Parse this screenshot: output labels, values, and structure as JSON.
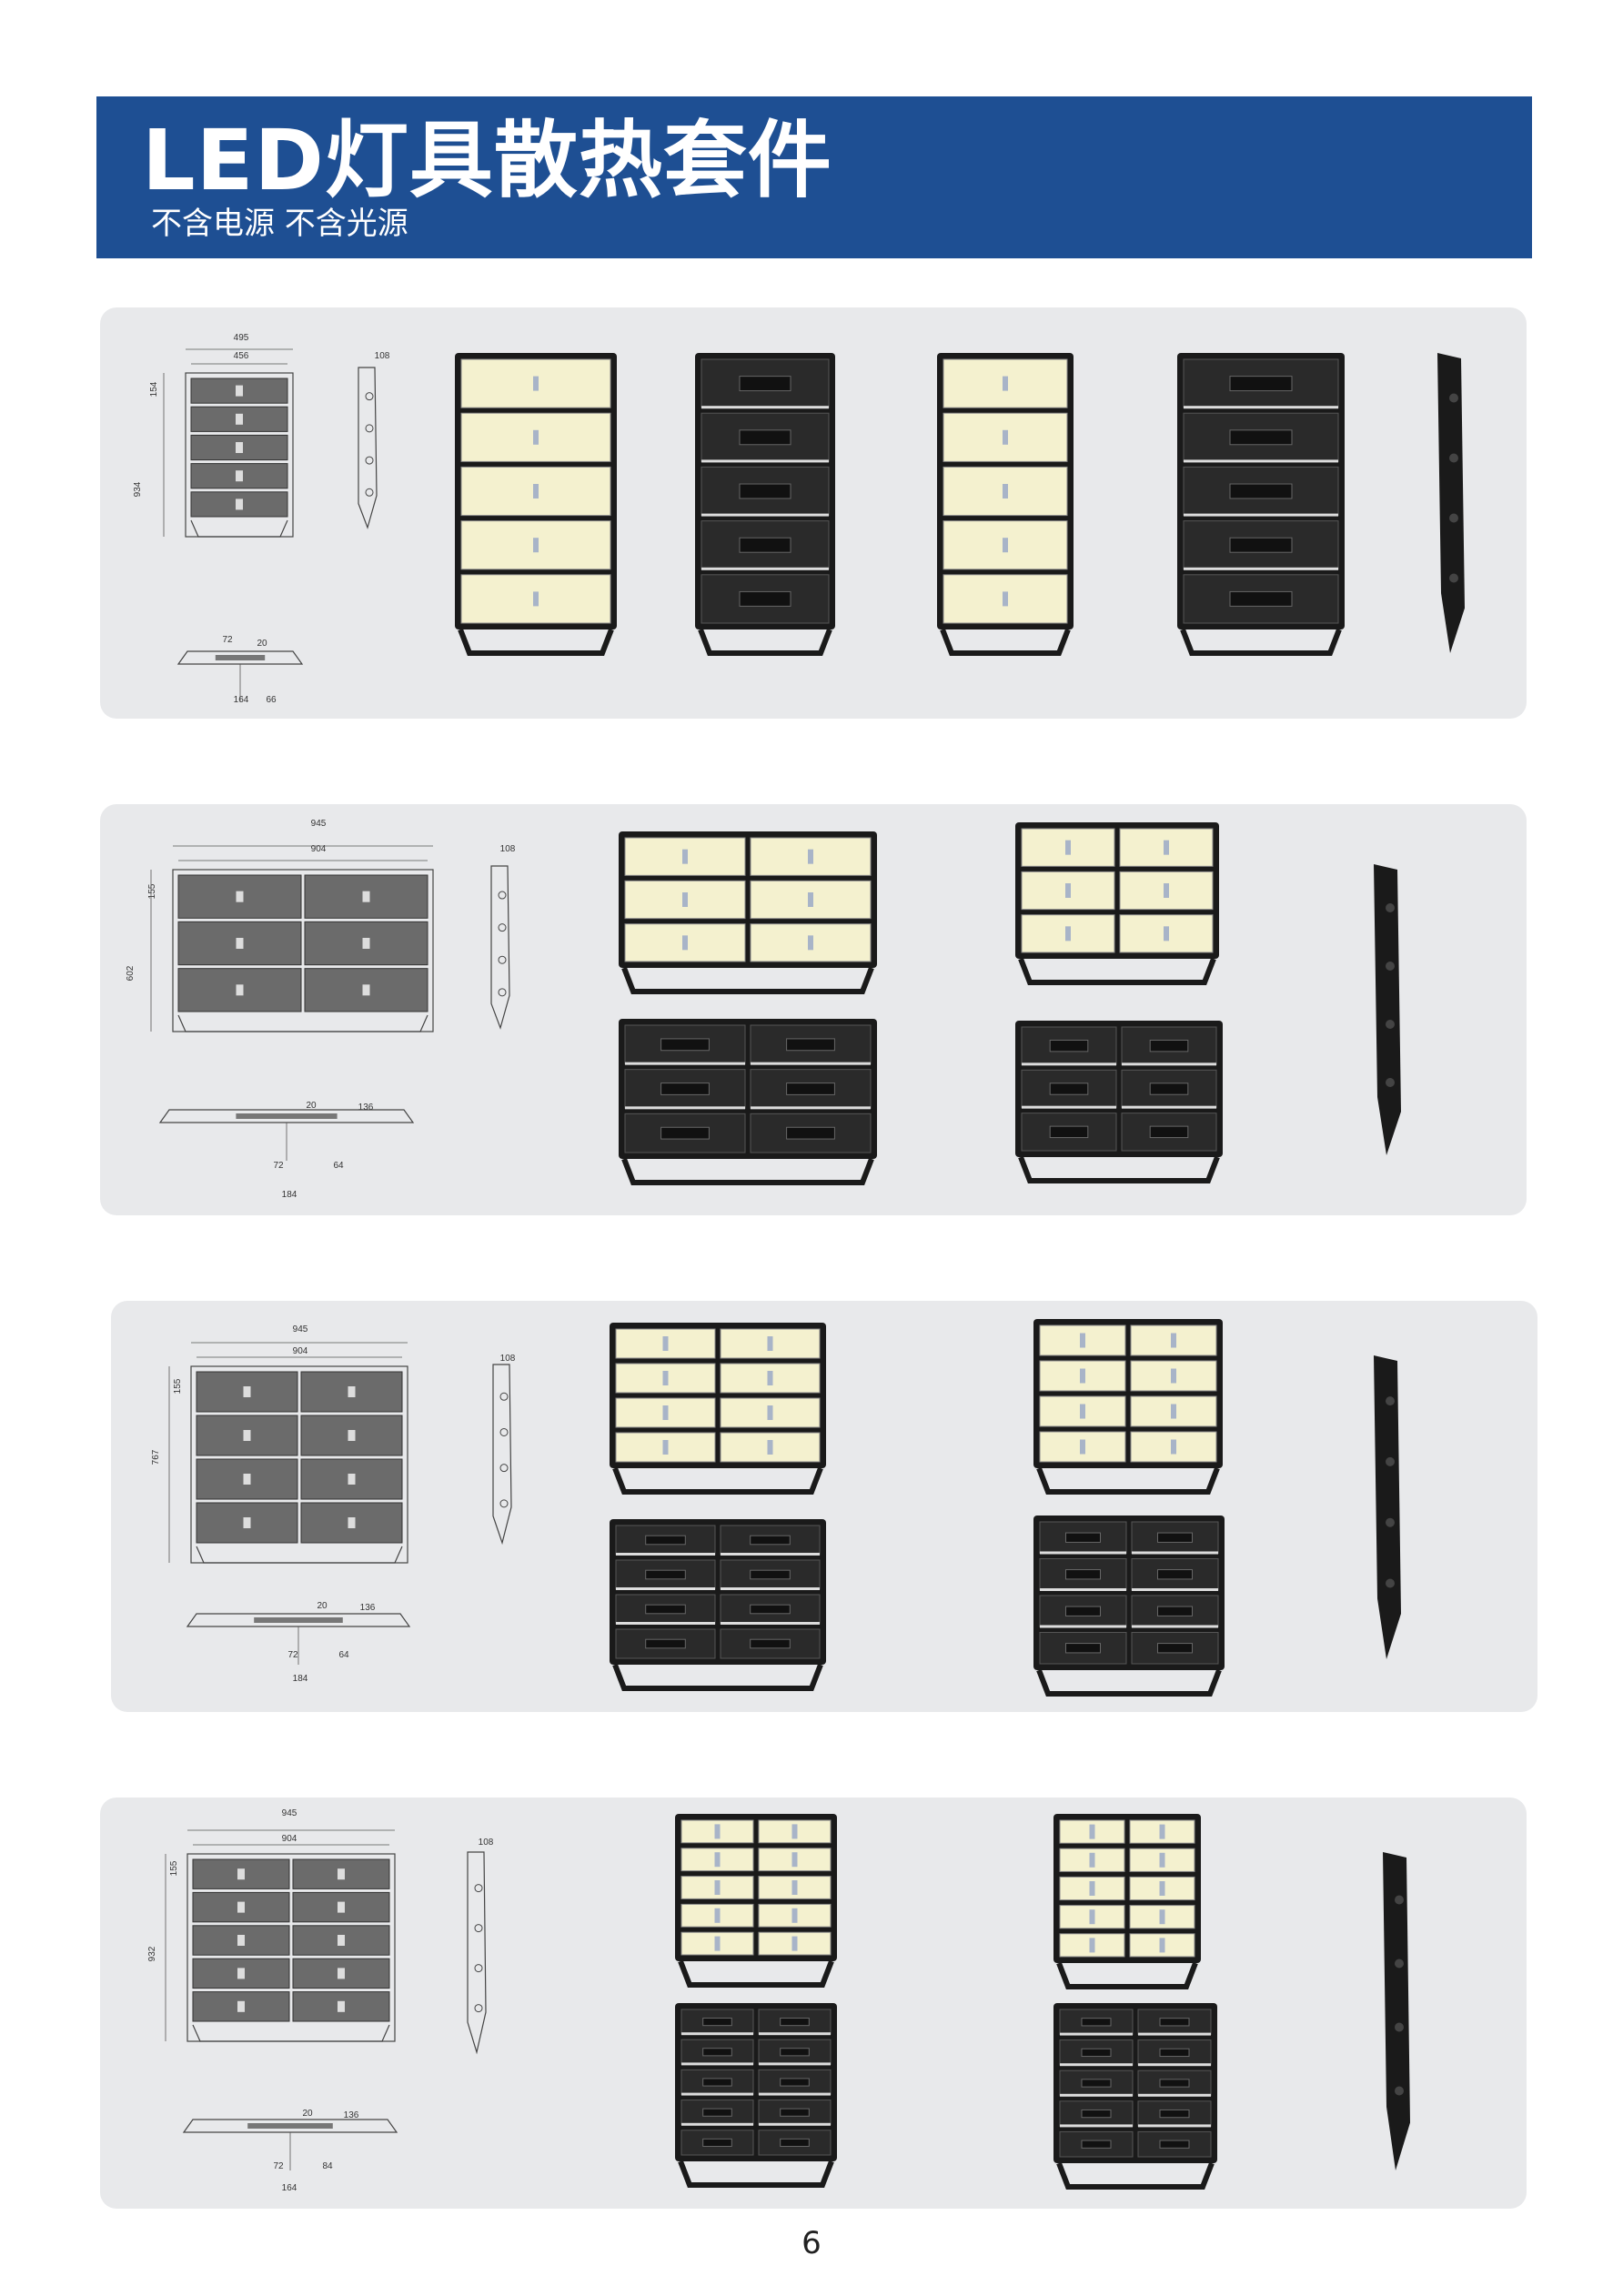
{
  "header": {
    "title": "LED灯具散热套件",
    "subtitle": "不含电源 不含光源"
  },
  "panels": [
    {
      "rows": 5,
      "cols": 1,
      "dims": {
        "total_width": "495",
        "inner_width": "456",
        "module_height": "154",
        "height": "934",
        "depth": "108",
        "bottom_a": "72",
        "bottom_b": "20",
        "bottom_c": "164",
        "bottom_d": "66"
      }
    },
    {
      "rows": 3,
      "cols": 2,
      "dims": {
        "total_width": "945",
        "inner_width": "904",
        "module_height": "155",
        "height": "602",
        "depth": "108",
        "bottom_a": "20",
        "bottom_b": "136",
        "bottom_c": "72",
        "bottom_d": "64",
        "bottom_e": "184"
      }
    },
    {
      "rows": 4,
      "cols": 2,
      "dims": {
        "total_width": "945",
        "inner_width": "904",
        "module_height": "155",
        "height": "767",
        "depth": "108",
        "bottom_a": "20",
        "bottom_b": "136",
        "bottom_c": "72",
        "bottom_d": "64",
        "bottom_e": "184"
      }
    },
    {
      "rows": 5,
      "cols": 2,
      "dims": {
        "total_width": "945",
        "inner_width": "904",
        "module_height": "155",
        "height": "932",
        "depth": "108",
        "bottom_a": "20",
        "bottom_b": "136",
        "bottom_c": "72",
        "bottom_d": "84",
        "bottom_e": "164"
      }
    }
  ],
  "page_number": "6",
  "colors": {
    "header_bg": "#1e4f93",
    "panel_bg": "#e8e9eb",
    "led_face": "#f4f1cf",
    "housing": "#1a1a1a"
  }
}
